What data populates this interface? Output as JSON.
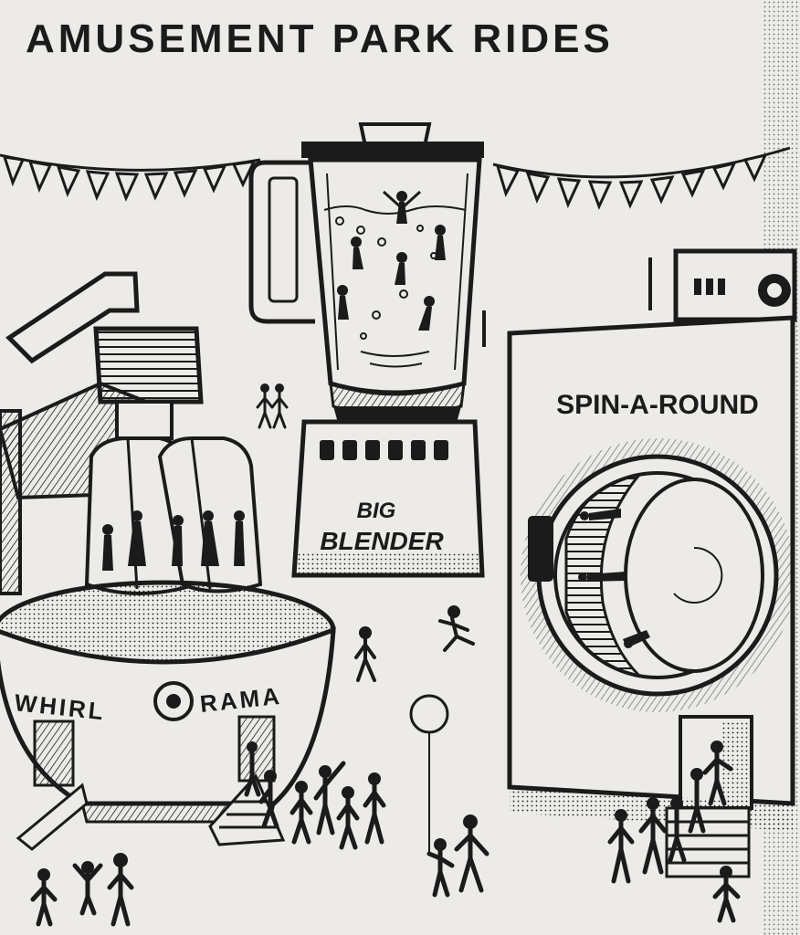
{
  "title": "AMUSEMENT PARK RIDES",
  "rides": {
    "blender": {
      "line1": "BIG",
      "line2": "BLENDER"
    },
    "washer": {
      "name": "SPIN-A-ROUND"
    },
    "mixer": {
      "left": "WHIRL",
      "right": "RAMA"
    }
  },
  "colors": {
    "paper": "#ecebe7",
    "ink": "#1b1b1b"
  }
}
